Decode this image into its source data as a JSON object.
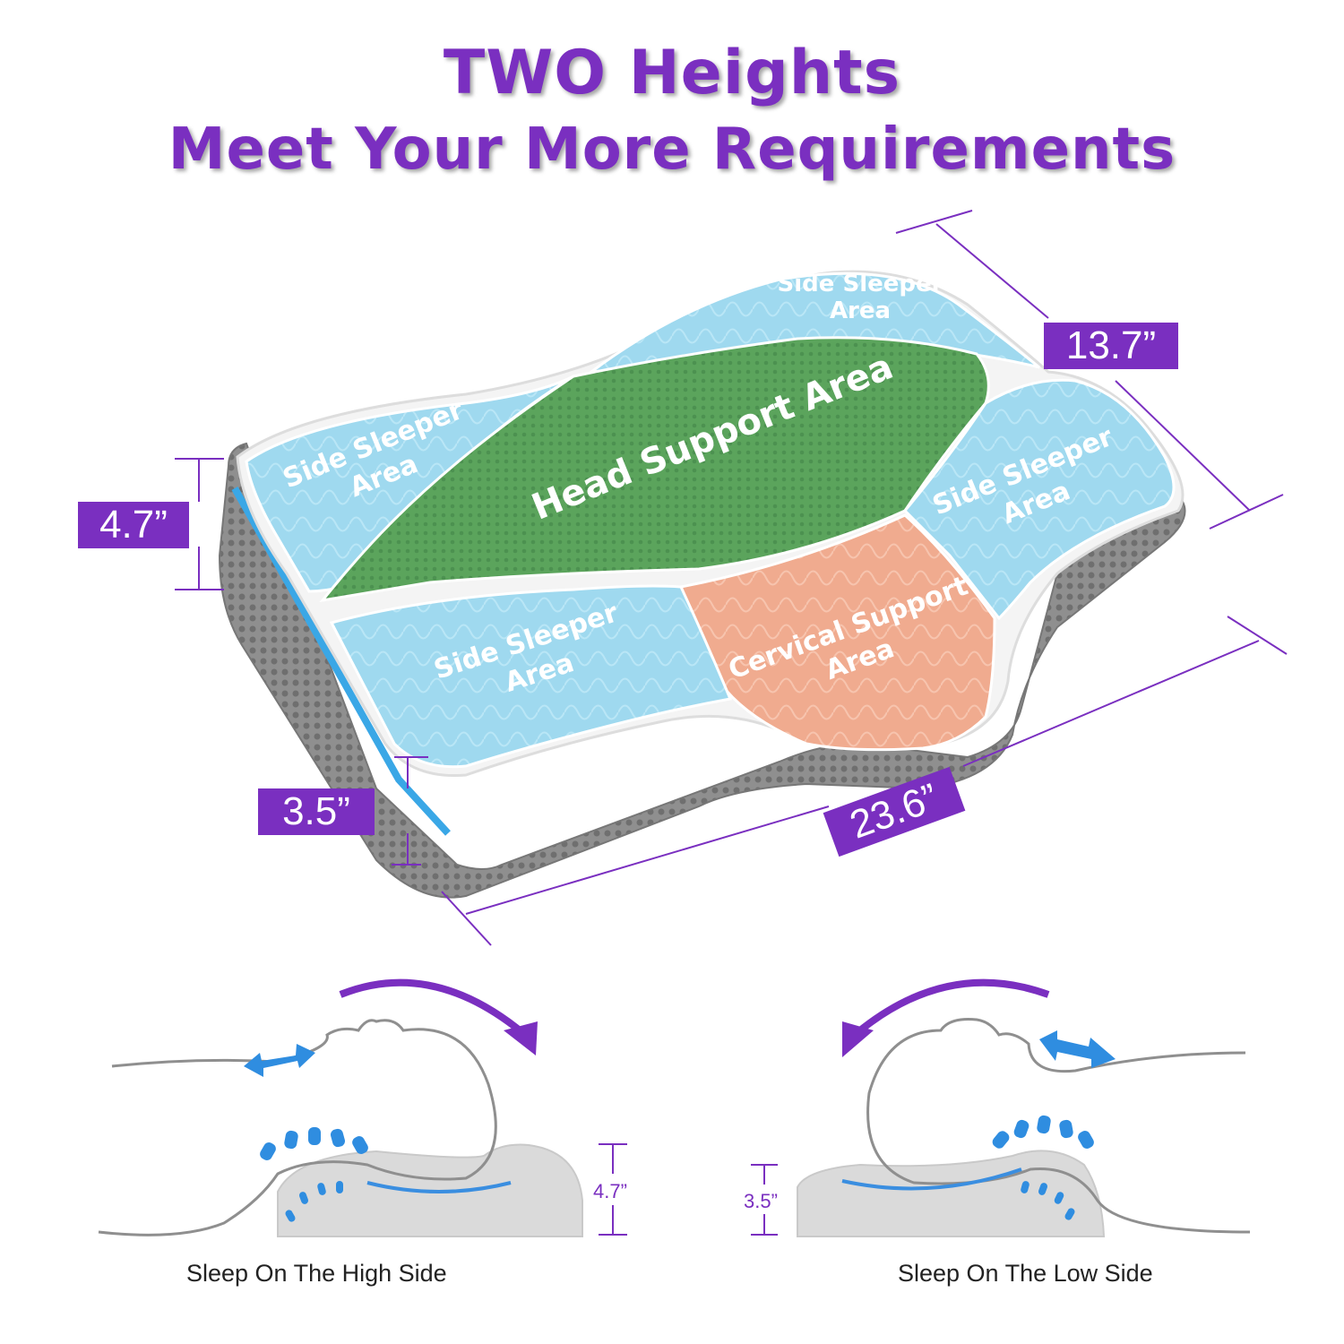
{
  "header": {
    "line1": "TWO Heights",
    "line2": "Meet Your More Requirements"
  },
  "pillow": {
    "zones": {
      "head_support": "Head Support Area",
      "cervical_line1": "Cervical Support",
      "cervical_line2": "Area",
      "side_line1": "Side Sleeper",
      "side_line2": "Area"
    },
    "dimensions": {
      "depth": "13.7”",
      "high_height": "4.7”",
      "low_height": "3.5”",
      "length": "23.6”"
    }
  },
  "illustrations": {
    "high": {
      "caption": "Sleep On The High Side",
      "height": "4.7”"
    },
    "low": {
      "caption": "Sleep On The Low Side",
      "height": "3.5”"
    }
  },
  "colors": {
    "accent": "#7a2fc0",
    "side_zone": "#9fd9ef",
    "head_zone": "#5aa35b",
    "cervical_zone": "#f0ab8f",
    "mesh": "#8a8a8a",
    "arrow_blue": "#2f8de0"
  }
}
